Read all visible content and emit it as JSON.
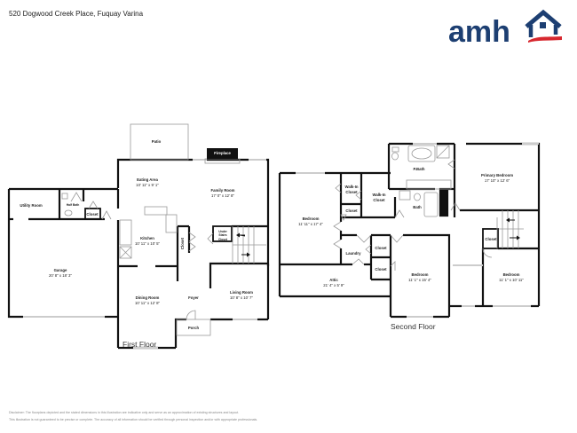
{
  "header": {
    "address": "520 Dogwood Creek Place, Fuquay Varina",
    "logo_text": "amh",
    "logo_icon": "house-roof-icon",
    "brand_colors": {
      "navy": "#1d3f72",
      "red": "#d7282f"
    }
  },
  "first_floor": {
    "title": "First Floor",
    "rooms": [
      {
        "name": "Patio",
        "dims": ""
      },
      {
        "name": "Fireplace",
        "dims": ""
      },
      {
        "name": "Eating Area",
        "dims": "10' 11\" x 9' 1\""
      },
      {
        "name": "Family Room",
        "dims": "17' 0\" x 12' 8\""
      },
      {
        "name": "Utility Room",
        "dims": ""
      },
      {
        "name": "Half Bath",
        "dims": ""
      },
      {
        "name": "Closet",
        "dims": ""
      },
      {
        "name": "Kitchen",
        "dims": "10' 11\" x 10' 5\""
      },
      {
        "name": "Closet",
        "dims": ""
      },
      {
        "name": "Under Stairs Closet",
        "dims": ""
      },
      {
        "name": "Garage",
        "dims": "20' 8\" x 18' 3\""
      },
      {
        "name": "Dining Room",
        "dims": "10' 11\" x 12' 8\""
      },
      {
        "name": "Foyer",
        "dims": ""
      },
      {
        "name": "Living Room",
        "dims": "10' 8\" x 10' 7\""
      },
      {
        "name": "Porch",
        "dims": ""
      }
    ]
  },
  "second_floor": {
    "title": "Second Floor",
    "rooms": [
      {
        "name": "P.Bath",
        "dims": ""
      },
      {
        "name": "Primary Bedroom",
        "dims": "17' 10\" x 12' 6\""
      },
      {
        "name": "Walk-In Closet",
        "dims": ""
      },
      {
        "name": "Walk-In Closet",
        "dims": ""
      },
      {
        "name": "Closet",
        "dims": ""
      },
      {
        "name": "Bath",
        "dims": ""
      },
      {
        "name": "Bedroom",
        "dims": "11' 11\" x 17' 4\""
      },
      {
        "name": "Laundry",
        "dims": ""
      },
      {
        "name": "Closet",
        "dims": ""
      },
      {
        "name": "Closet",
        "dims": ""
      },
      {
        "name": "Attic",
        "dims": "21' 4\" x 5' 9\""
      },
      {
        "name": "Bedroom",
        "dims": "11' 1\" x 15' 4\""
      },
      {
        "name": "Closet",
        "dims": ""
      },
      {
        "name": "Bedroom",
        "dims": "11' 1\" x 10' 11\""
      }
    ]
  },
  "footer": {
    "disclaimer_1": "Disclaimer: The floorplans depicted and the stated dimensions in this illustration are indicative only and serve as an approximation of existing structures and layout.",
    "disclaimer_2": "This illustration is not guaranteed to be precise or complete. The accuracy of all information should be verified through personal inspection and/or with appropriate professionals."
  }
}
